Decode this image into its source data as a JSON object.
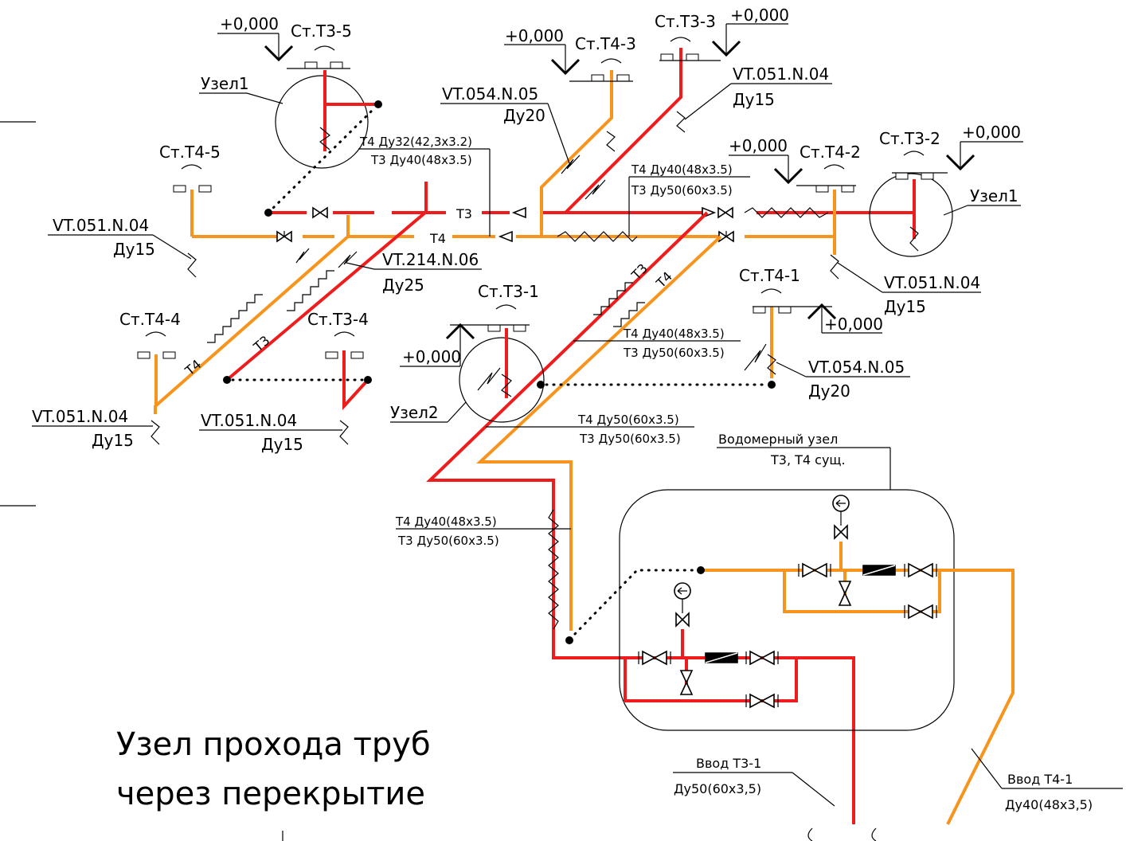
{
  "elevations": {
    "top_left": "+0,000",
    "t4_3": "+0,000",
    "t3_3": "+0,000",
    "t4_2": "+0,000",
    "t3_2": "+0,000",
    "t4_1": "+0,000",
    "node2": "+0,000"
  },
  "risers": {
    "t3_5": "Ст.Т3-5",
    "t4_3": "Ст.Т4-3",
    "t3_3": "Ст.Т3-3",
    "t4_5": "Ст.Т4-5",
    "t4_2": "Ст.Т4-2",
    "t3_2": "Ст.Т3-2",
    "t3_1": "Ст.Т3-1",
    "t4_1": "Ст.Т4-1",
    "t4_4": "Ст.Т4-4",
    "t3_4": "Ст.Т3-4"
  },
  "nodes": {
    "node1_left": "Узел1",
    "node1_right": "Узел1",
    "node2": "Узел2"
  },
  "valves": {
    "v1": {
      "code": "VT.054.N.05",
      "dn": "Ду20"
    },
    "v2": {
      "code": "VT.051.N.04",
      "dn": "Ду15"
    },
    "v3": {
      "code": "VT.051.N.04",
      "dn": "Ду15"
    },
    "v4": {
      "code": "VT.214.N.06",
      "dn": "Ду25"
    },
    "v5": {
      "code": "VT.051.N.04",
      "dn": "Ду15"
    },
    "v6": {
      "code": "VT.054.N.05",
      "dn": "Ду20"
    },
    "v7": {
      "code": "VT.051.N.04",
      "dn": "Ду15"
    },
    "v8": {
      "code": "VT.051.N.04",
      "dn": "Ду15"
    }
  },
  "pipe_labels": {
    "p1_t4": "Т4  Ду32(42,3х3.2)",
    "p1_t3": "Т3  Ду40(48х3.5)",
    "p2_t4": "Т4  Ду40(48х3.5)",
    "p2_t3": "Т3  Ду50(60х3.5)",
    "p3_t4": "Т4  Ду40(48х3.5)",
    "p3_t3": "Т3  Ду50(60х3.5)",
    "p4_t4": "Т4  Ду50(60х3.5)",
    "p4_t3": "Т3  Ду50(60х3.5)",
    "p5_t4": "Т4  Ду40(48х3.5)",
    "p5_t3": "Т3  Ду50(60х3.5)"
  },
  "line_tags": {
    "t3_main": "Т3",
    "t4_main": "Т4",
    "t3_diag1": "Т3",
    "t4_diag1": "Т4",
    "t3_diag2": "Т3",
    "t4_diag2": "Т4"
  },
  "meter": {
    "title": "Водомерный узел",
    "subtitle": "Т3, Т4 сущ."
  },
  "inlets": {
    "t3": {
      "name": "Ввод Т3-1",
      "dn": "Ду50(60х3,5)"
    },
    "t4": {
      "name": "Ввод Т4-1",
      "dn": "Ду40(48х3,5)"
    }
  },
  "caption": {
    "line1": "Узел прохода труб",
    "line2": "через перекрытие"
  },
  "colors": {
    "t3": "#ee1c1c",
    "t4": "#f7941d"
  }
}
